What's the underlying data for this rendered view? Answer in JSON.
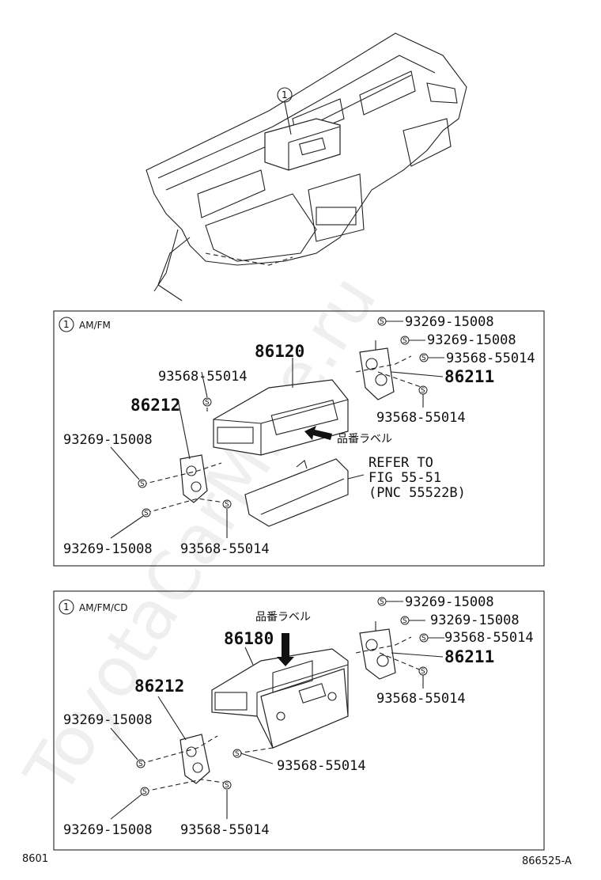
{
  "watermark": "ToyotaCarMine.ru",
  "overview": {
    "callout": "1"
  },
  "panels": [
    {
      "header_num": "1",
      "header_label": "AM/FM",
      "main_part": "86120",
      "bracket_left": "86212",
      "bracket_right": "86211",
      "part_label_jp": "品番ラベル",
      "refer": [
        "REFER TO",
        "FIG 55-51",
        "(PNC 55522B)"
      ],
      "right_labels": [
        "93269-15008",
        "93269-15008",
        "93568-55014",
        "93568-55014"
      ],
      "top_screw": "93568-55014",
      "left_upper": "93269-15008",
      "left_lower": "93269-15008",
      "bottom_mid": "93568-55014"
    },
    {
      "header_num": "1",
      "header_label": "AM/FM/CD",
      "main_part": "86180",
      "bracket_left": "86212",
      "bracket_right": "86211",
      "part_label_jp": "品番ラベル",
      "right_labels": [
        "93269-15008",
        "93269-15008",
        "93568-55014",
        "93568-55014"
      ],
      "left_upper": "93269-15008",
      "left_lower": "93269-15008",
      "mid_screw": "93568-55014",
      "bottom_mid": "93568-55014"
    }
  ],
  "footer": {
    "left": "8601",
    "right": "866525-A"
  }
}
